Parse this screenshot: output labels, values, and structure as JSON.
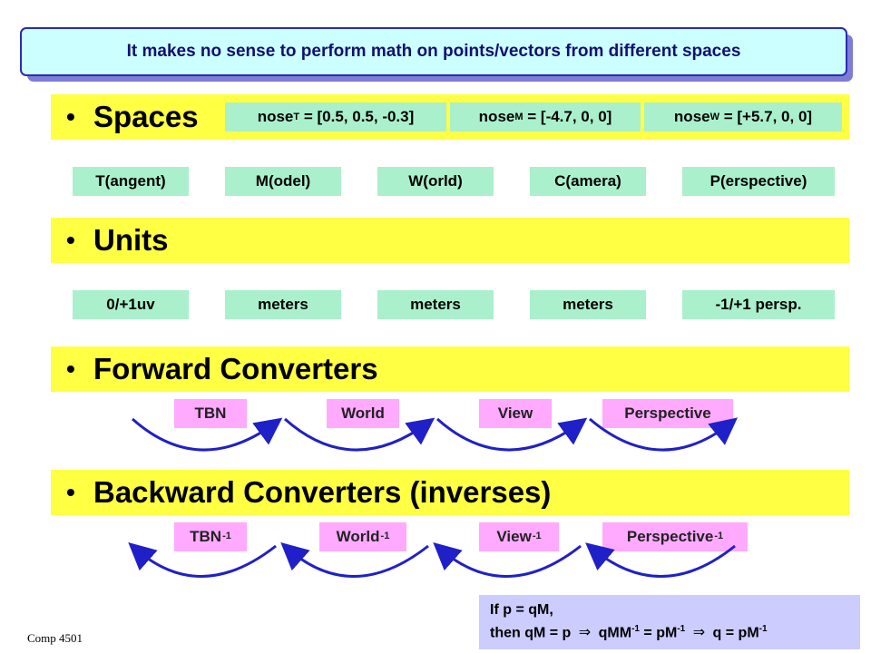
{
  "title": "It makes no sense to perform math on points/vectors from different spaces",
  "sections": {
    "spaces": "Spaces",
    "units": "Units",
    "forward": "Forward Converters",
    "backward": "Backward Converters (inverses)"
  },
  "noses": [
    {
      "base": "nose",
      "sub": "T",
      "value": " = [0.5, 0.5, -0.3]"
    },
    {
      "base": "nose",
      "sub": "M",
      "value": " = [-4.7, 0, 0]"
    },
    {
      "base": "nose",
      "sub": "W",
      "value": " = [+5.7, 0, 0]"
    }
  ],
  "spaces": [
    "T(angent)",
    "M(odel)",
    "W(orld)",
    "C(amera)",
    "P(erspective)"
  ],
  "units": [
    "0/+1uv",
    "meters",
    "meters",
    "meters",
    "-1/+1 persp."
  ],
  "forward_converters": [
    "TBN",
    "World",
    "View",
    "Perspective"
  ],
  "backward_converters": [
    {
      "name": "TBN",
      "sup": "-1"
    },
    {
      "name": "World",
      "sup": "-1"
    },
    {
      "name": "View",
      "sup": "-1"
    },
    {
      "name": "Perspective",
      "sup": "-1"
    }
  ],
  "note": {
    "line1": "If p = qM,",
    "l2a": "then qM = p",
    "l2b": "qMM",
    "l2c": " = pM",
    "l2d": "q = pM",
    "sup": "-1",
    "implies": "⇒"
  },
  "footer": "Comp 4501",
  "colors": {
    "band": "#ffff44",
    "green_box": "#aaf0cc",
    "pink_box": "#ffaaff",
    "arrow": "#2020c8",
    "title_bg": "#ccffff",
    "note_bg": "#ccccff"
  }
}
